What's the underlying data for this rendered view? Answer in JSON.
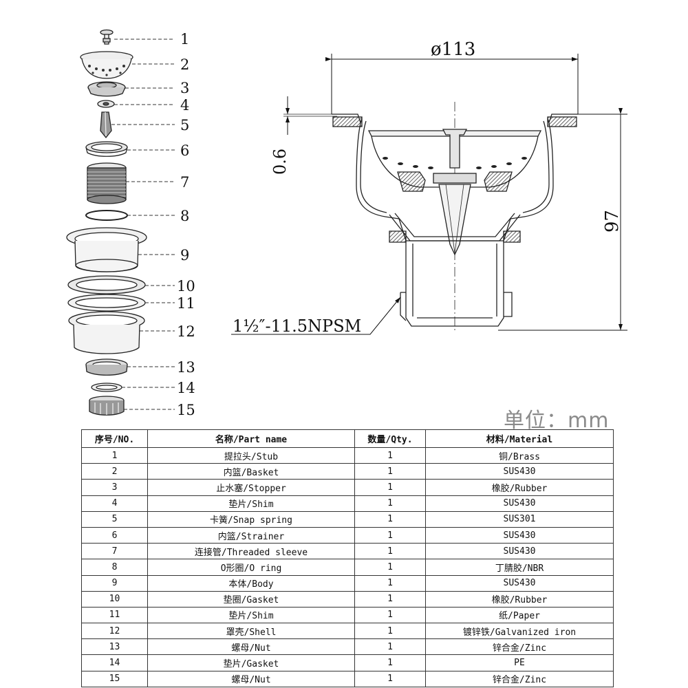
{
  "drawing": {
    "callouts": [
      "1",
      "2",
      "3",
      "4",
      "5",
      "6",
      "7",
      "8",
      "9",
      "10",
      "11",
      "12",
      "13",
      "14",
      "15"
    ],
    "dim_diameter": "ø113",
    "dim_thickness": "0.6",
    "dim_height": "97",
    "thread_label": "1½″-11.5NPSM",
    "unit_label": "单位：mm"
  },
  "table": {
    "headers": [
      "序号/NO.",
      "名称/Part name",
      "数量/Qty.",
      "材料/Material"
    ],
    "rows": [
      [
        "1",
        "提拉头/Stub",
        "1",
        "铜/Brass"
      ],
      [
        "2",
        "内篮/Basket",
        "1",
        "SUS430"
      ],
      [
        "3",
        "止水塞/Stopper",
        "1",
        "橡胶/Rubber"
      ],
      [
        "4",
        "垫片/Shim",
        "1",
        "SUS430"
      ],
      [
        "5",
        "卡簧/Snap spring",
        "1",
        "SUS301"
      ],
      [
        "6",
        "内篮/Strainer",
        "1",
        "SUS430"
      ],
      [
        "7",
        "连接管/Threaded sleeve",
        "1",
        "SUS430"
      ],
      [
        "8",
        "O形圈/O ring",
        "1",
        "丁腈胶/NBR"
      ],
      [
        "9",
        "本体/Body",
        "1",
        "SUS430"
      ],
      [
        "10",
        "垫圈/Gasket",
        "1",
        "橡胶/Rubber"
      ],
      [
        "11",
        "垫片/Shim",
        "1",
        "纸/Paper"
      ],
      [
        "12",
        "罩壳/Shell",
        "1",
        "镀锌铁/Galvanized iron"
      ],
      [
        "13",
        "螺母/Nut",
        "1",
        "锌合金/Zinc"
      ],
      [
        "14",
        "垫片/Gasket",
        "1",
        "PE"
      ],
      [
        "15",
        "螺母/Nut",
        "1",
        "锌合金/Zinc"
      ]
    ]
  }
}
